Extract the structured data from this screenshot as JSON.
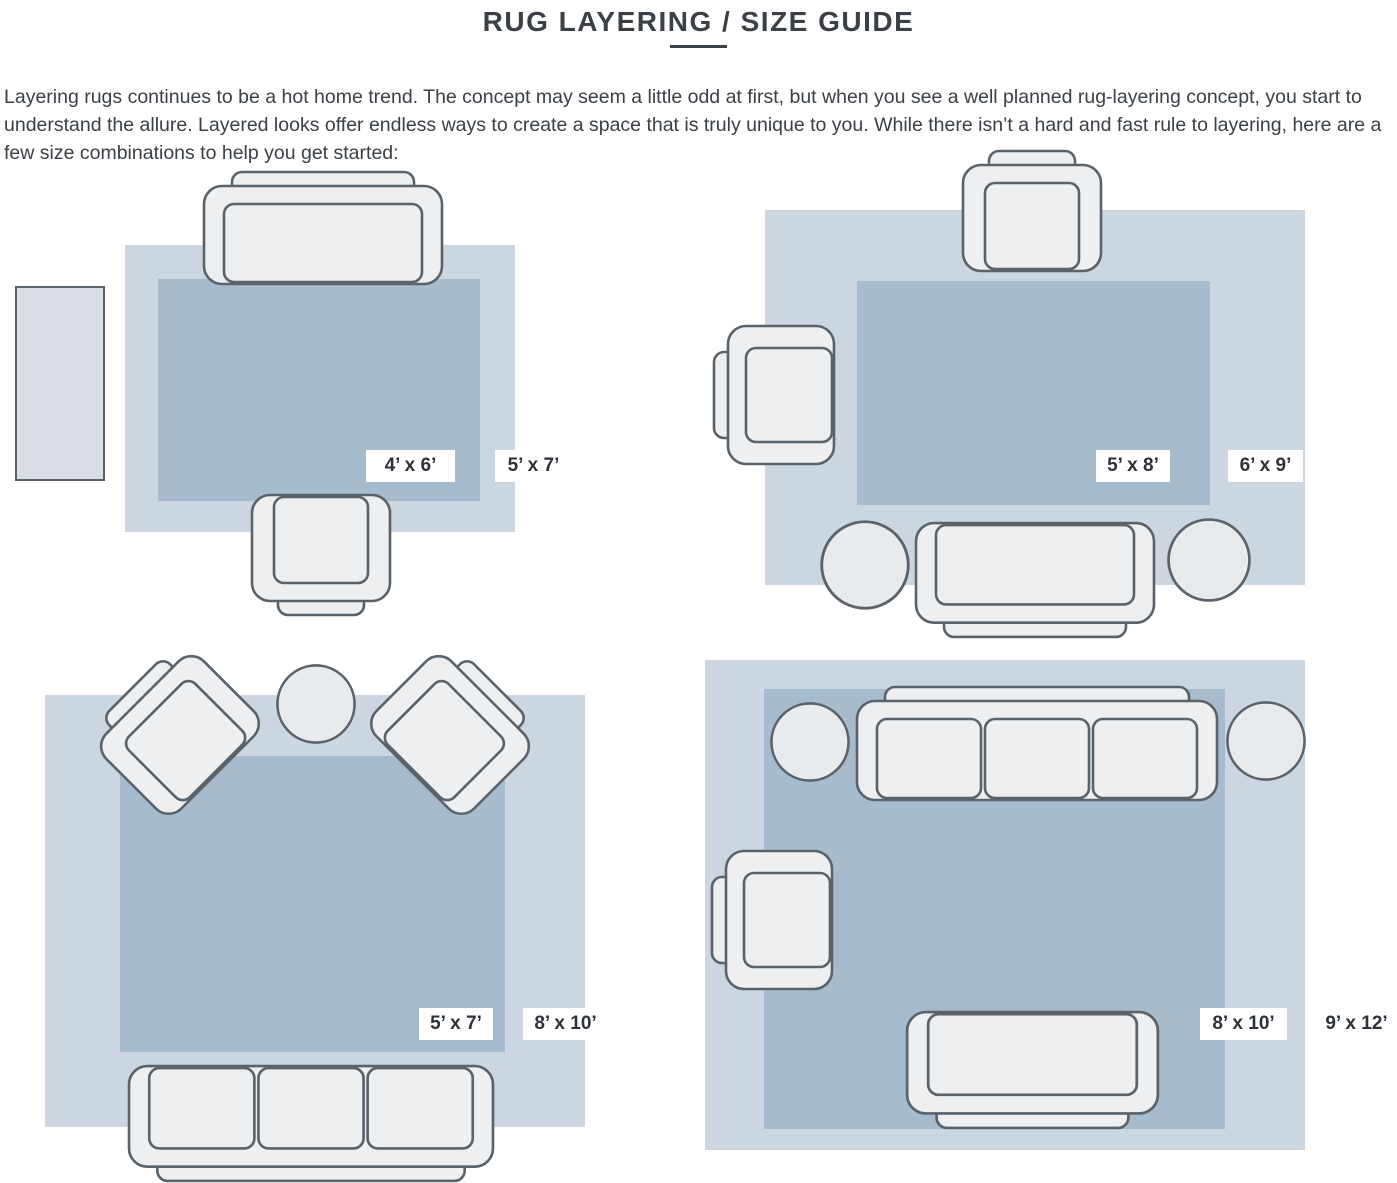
{
  "page": {
    "title": "RUG LAYERING / SIZE GUIDE",
    "intro": "Layering rugs continues to be a hot home trend. The concept may seem a little odd at first, but when you see a well planned rug-layering concept, you start to understand the allure. Layered looks offer endless ways to create a space that is truly unique to you. While there isn’t a hard and fast rule to layering, here are a few size combinations to help you get started:"
  },
  "colors": {
    "outer_rug": "#ccd6e0",
    "inner_rug": "#a6bccd",
    "furniture_fill": "#edeff1",
    "furniture_stroke": "#5a626a",
    "table_fill": "#e8ebee",
    "side_table_fill": "#d8dee4",
    "heading_text": "#3a4046",
    "body_text": "#3a4046",
    "label_bg": "#ffffff",
    "label_text": "#2c3238"
  },
  "diagrams": [
    {
      "name": "sofa-chair-side-table",
      "inner_rug_size": "4’ x 6’",
      "outer_rug_size": "5’ x 7’"
    },
    {
      "name": "two-chairs-sofa-two-round-tables",
      "inner_rug_size": "5’ x 8’",
      "outer_rug_size": "6’ x 9’"
    },
    {
      "name": "angled-chairs-round-table-sofa",
      "inner_rug_size": "5’ x 7’",
      "outer_rug_size": "8’ x 10’"
    },
    {
      "name": "large-sofa-chair-two-round-tables",
      "inner_rug_size": "8’ x 10’",
      "outer_rug_size": "9’ x 12’"
    }
  ]
}
